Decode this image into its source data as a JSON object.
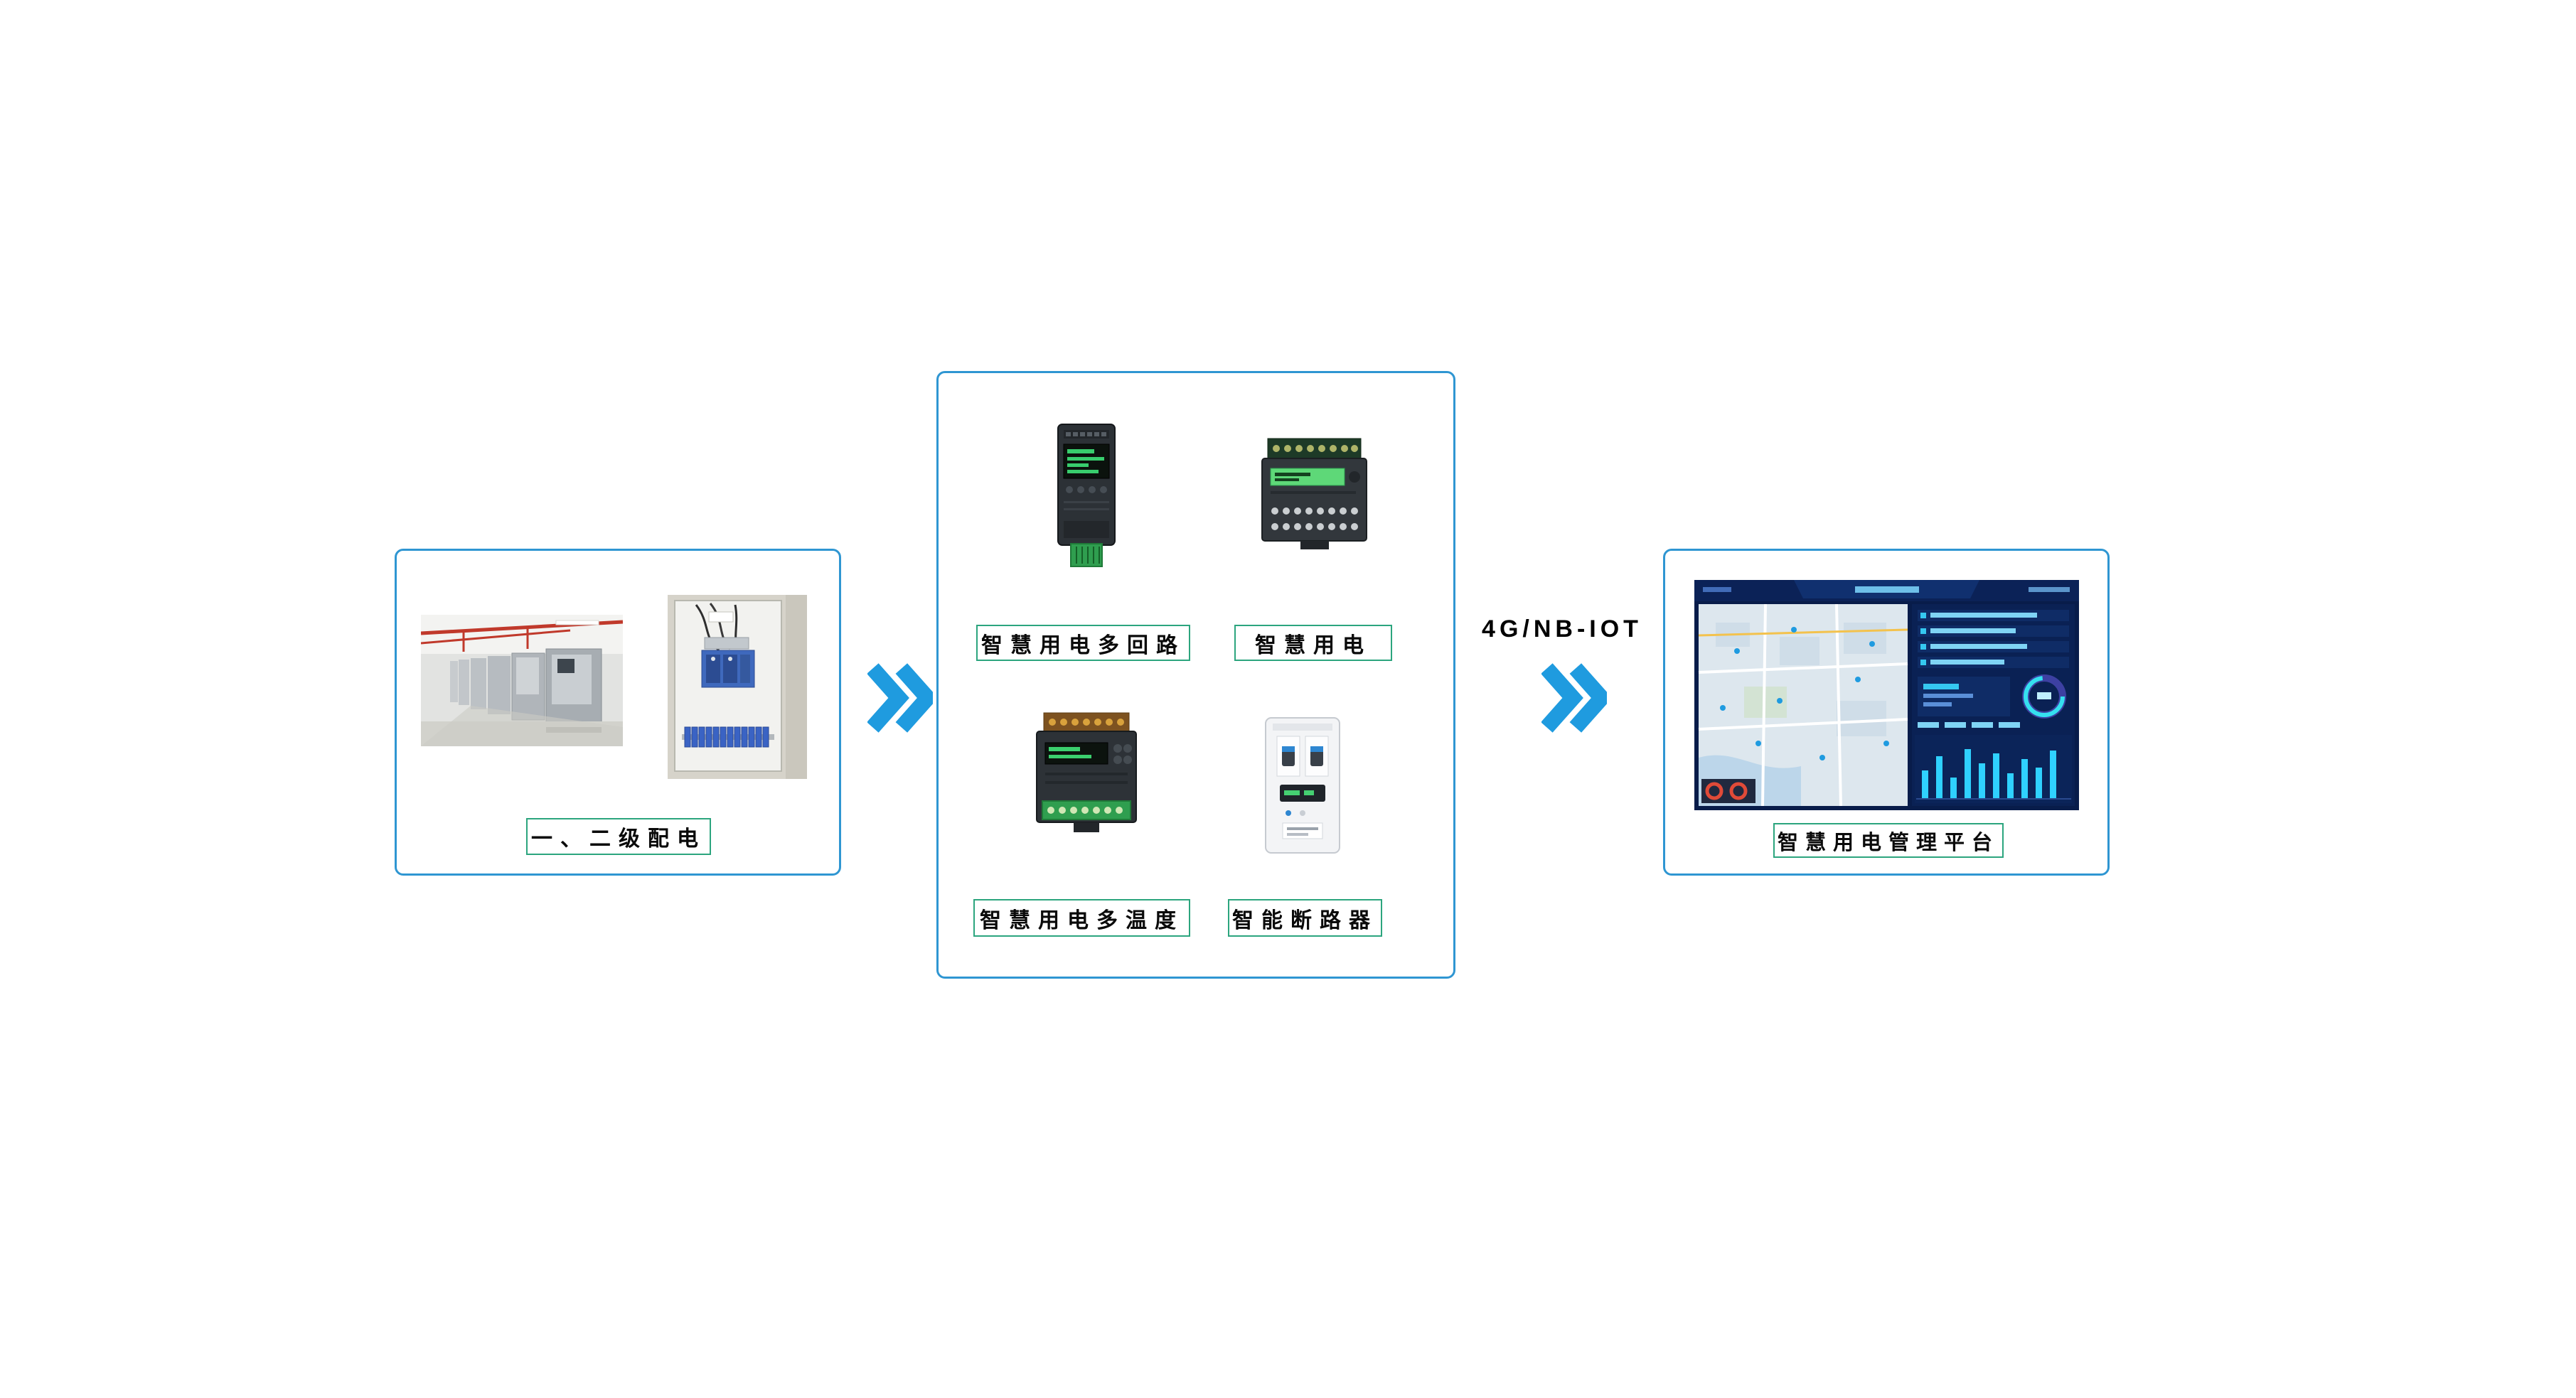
{
  "diagram": {
    "left_box": {
      "label": "一、二级配电",
      "photos": [
        {
          "name": "distribution-room-photo"
        },
        {
          "name": "distribution-cabinet-photo"
        }
      ]
    },
    "middle_box": {
      "devices": [
        {
          "label": "智慧用电多回路",
          "image": "multi-circuit-monitor"
        },
        {
          "label": "智慧用电",
          "image": "smart-power-module"
        },
        {
          "label": "智慧用电多温度",
          "image": "multi-temperature-module"
        },
        {
          "label": "智能断路器",
          "image": "smart-circuit-breaker"
        }
      ]
    },
    "connection": {
      "label": "4G/NB-IOT"
    },
    "right_box": {
      "label": "智慧用电管理平台",
      "image": "management-platform-dashboard"
    },
    "arrows": [
      {
        "name": "flow-arrow-left"
      },
      {
        "name": "flow-arrow-right"
      }
    ],
    "colors": {
      "group_border": "#2f96d2",
      "label_border": "#2ca57e",
      "arrow": "#1f9bdf",
      "text": "#000000",
      "dashboard_bg": "#081c4a"
    }
  }
}
